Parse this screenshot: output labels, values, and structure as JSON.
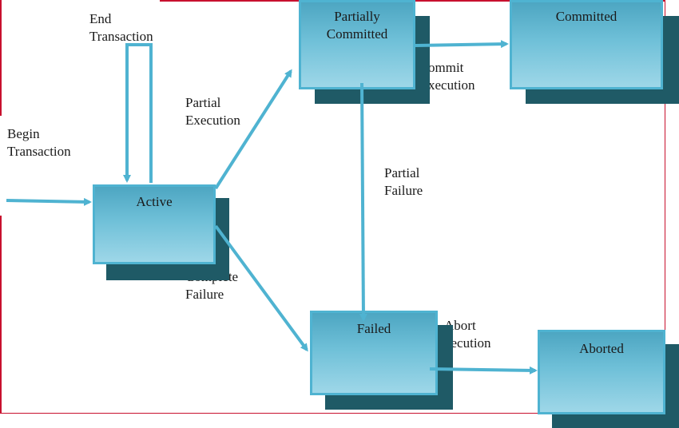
{
  "states": {
    "active": "Active",
    "partially_committed": "Partially\nCommitted",
    "committed": "Committed",
    "failed": "Failed",
    "aborted": "Aborted"
  },
  "transitions": {
    "begin": "Begin\nTransaction",
    "end": "End\nTransaction",
    "partial_execution": "Partial\nExecution",
    "commit_execution": "ommit\nxecution",
    "partial_failure": "Partial\nFailure",
    "complete_failure": "Complete\nFailure",
    "abort_execution": "Abort\nxecution"
  },
  "colors": {
    "box_border": "#4fb3d1",
    "box_fill_top": "#4da6c2",
    "box_fill_bottom": "#9ed7e8",
    "shadow": "#1f5a66",
    "arrow": "#4fb3d1",
    "frame": "#c8102e"
  }
}
